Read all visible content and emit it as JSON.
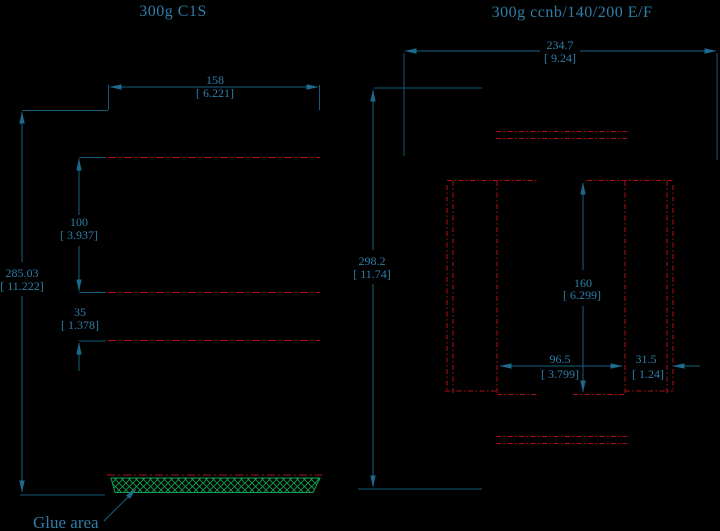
{
  "drawing": {
    "background": "#000000",
    "colors": {
      "dimension_lines": "#17607f",
      "dimension_text": "#2e7ea8",
      "fold_lines": "#b01111",
      "glue_hatch": "#0fa152"
    },
    "left_panel": {
      "title": "300g C1S",
      "glue_label": "Glue area",
      "dim_width": {
        "mm": "158",
        "inch": "[ 6.221]"
      },
      "dim_height": {
        "mm": "285.03",
        "inch": "[ 11.222]"
      },
      "dim_body": {
        "mm": "100",
        "inch": "[ 3.937]"
      },
      "dim_flap": {
        "mm": "35",
        "inch": "[ 1.378]"
      }
    },
    "right_panel": {
      "title": "300g ccnb/140/200 E/F",
      "dim_width": {
        "mm": "234.7",
        "inch": "[ 9.24]"
      },
      "dim_height": {
        "mm": "298.2",
        "inch": "[ 11.74]"
      },
      "dim_insert_height": {
        "mm": "160",
        "inch": "[ 6.299]"
      },
      "dim_insert_width": {
        "mm": "96.5",
        "inch": "[ 3.799]"
      },
      "dim_side_flap": {
        "mm": "31.5",
        "inch": "[ 1.24]"
      }
    }
  }
}
